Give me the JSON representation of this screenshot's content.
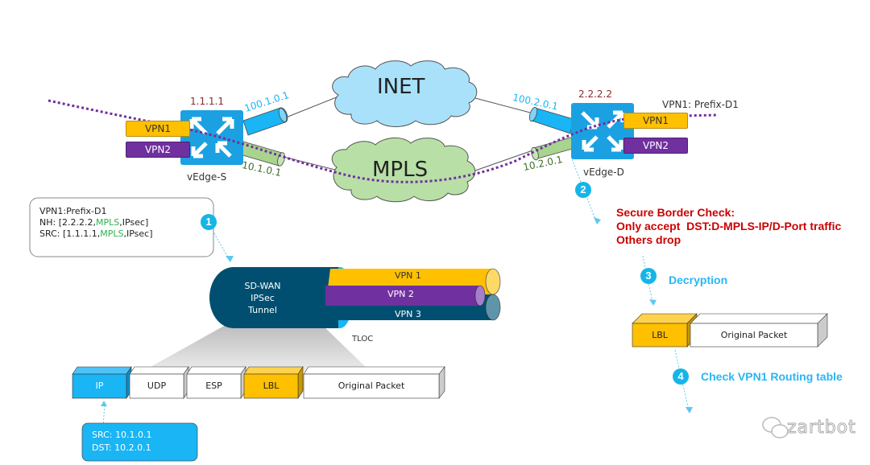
{
  "clouds": {
    "inet": "INET",
    "mpls": "MPLS"
  },
  "source": {
    "name": "vEdge-S",
    "system_ip": "1.1.1.1",
    "inet_ip": "100.1.0.1",
    "mpls_ip": "10.1.0.1",
    "vpns": [
      "VPN1",
      "VPN2"
    ]
  },
  "destination": {
    "name": "vEdge-D",
    "system_ip": "2.2.2.2",
    "inet_ip": "100.2.0.1",
    "mpls_ip": "10.2.0.1",
    "vpns": [
      "VPN1",
      "VPN2"
    ],
    "prefix_label": "VPN1: Prefix-D1"
  },
  "route_box": {
    "line1": "VPN1:Prefix-D1",
    "nh_prefix": "NH: [2.2.2.2,",
    "nh_transport": "MPLS",
    "nh_suffix": ",IPsec]",
    "src_prefix": "SRC: [1.1.1.1,",
    "src_transport": "MPLS",
    "src_suffix": ",IPsec]"
  },
  "tunnel": {
    "label_lines": [
      "SD-WAN",
      "IPSec",
      "Tunnel"
    ],
    "vpns": [
      "VPN 1",
      "VPN 2",
      "VPN 3"
    ],
    "tloc_label": "TLOC"
  },
  "encap_packet": {
    "fields": [
      "IP",
      "UDP",
      "ESP",
      "LBL",
      "Original Packet"
    ]
  },
  "ip_header_box": {
    "src": "SRC: 10.1.0.1",
    "dst": "DST: 10.2.0.1"
  },
  "steps": [
    {
      "number": "1"
    },
    {
      "number": "2",
      "lines": [
        "Secure Border Check:",
        "Only accept  DST:D-MPLS-IP/D-Port traffic",
        "Others drop"
      ]
    },
    {
      "number": "3",
      "label": "Decryption"
    },
    {
      "number": "4",
      "label": "Check VPN1 Routing table"
    }
  ],
  "decap_packet": {
    "fields": [
      "LBL",
      "Original Packet"
    ]
  },
  "watermark": "zartbot",
  "colors": {
    "router": "#1ba1e2",
    "vpn1": "#ffc000",
    "vpn2": "#7030a0",
    "vpn3": "#004f71",
    "inet": "#a9e1fa",
    "mpls": "#b8e0a6",
    "path": "#7030a0",
    "alert": "#cc0000",
    "step": "#16b5e8"
  }
}
